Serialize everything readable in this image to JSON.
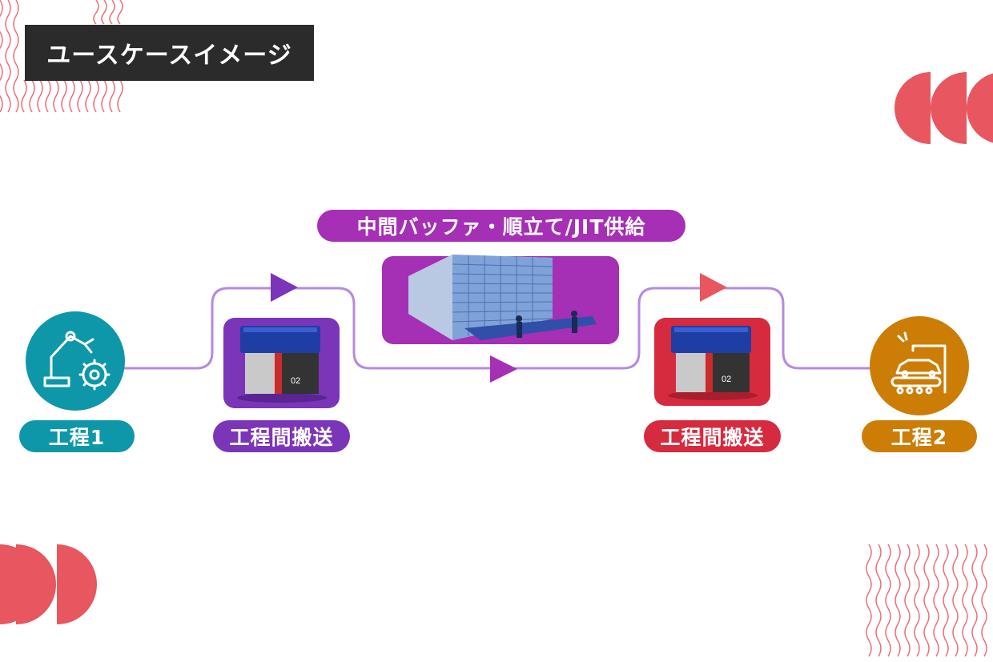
{
  "title": "ユースケースイメージ",
  "labels": {
    "process1": "工程1",
    "transport1": "工程間搬送",
    "buffer": "中間バッファ・順立て/JIT供給",
    "transport2": "工程間搬送",
    "process2": "工程2"
  },
  "robot_number": "02",
  "icons": {
    "process1": "robot-arm-gear-icon",
    "process2": "car-assembly-line-icon",
    "transport": "amr-robot-image",
    "buffer": "automated-storage-rack-image"
  },
  "colors": {
    "teal": "#0e97a8",
    "purple": "#7b35b8",
    "magenta": "#a52fb5",
    "red": "#d62a3f",
    "orange": "#cc7d06",
    "coral": "#e8565f",
    "line": "#b58be0",
    "dark": "#2b2b2b"
  }
}
